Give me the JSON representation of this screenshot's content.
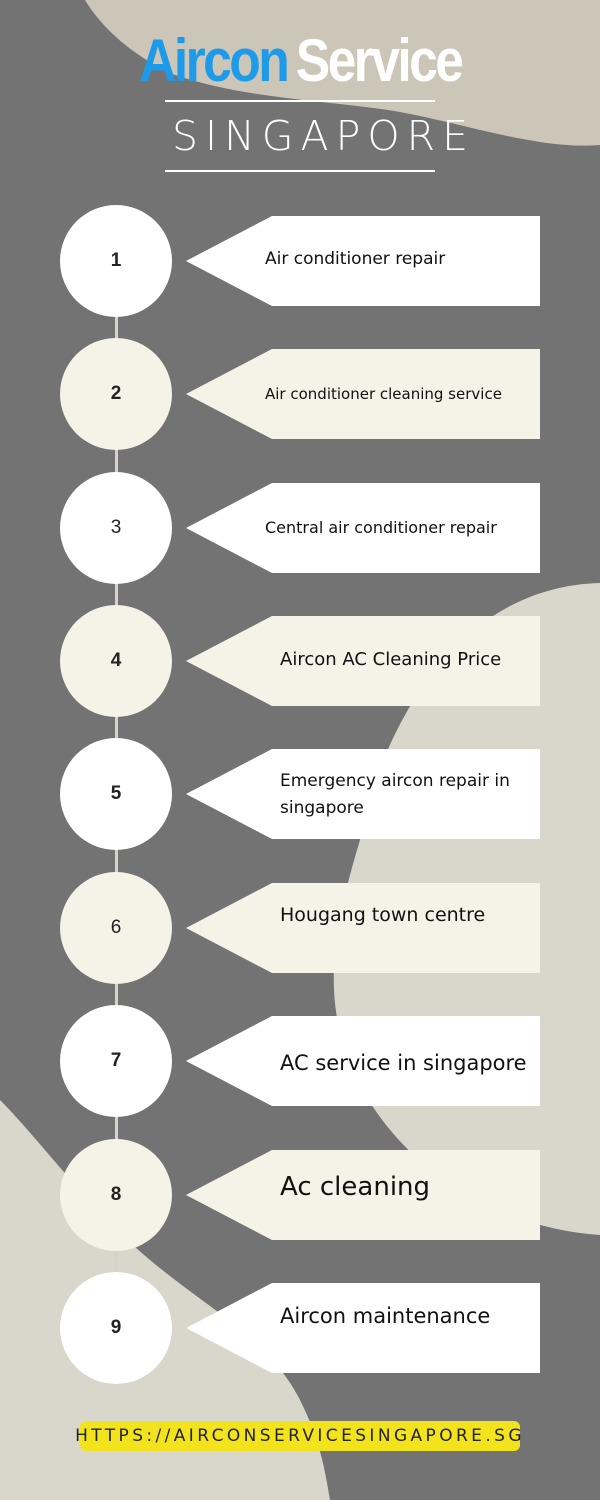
{
  "logo": {
    "word1": "Aircon",
    "word2": "Service",
    "subtitle": "SINGAPORE"
  },
  "steps": [
    {
      "number": "1",
      "label": "Air conditioner repair"
    },
    {
      "number": "2",
      "label": "Air conditioner cleaning service"
    },
    {
      "number": "3",
      "label": "Central air conditioner repair"
    },
    {
      "number": "4",
      "label": "Aircon AC Cleaning Price"
    },
    {
      "number": "5",
      "label": "Emergency aircon repair in singapore"
    },
    {
      "number": "6",
      "label": "Hougang town centre"
    },
    {
      "number": "7",
      "label": "AC service in singapore"
    },
    {
      "number": "8",
      "label": "Ac cleaning"
    },
    {
      "number": "9",
      "label": "Aircon maintenance"
    }
  ],
  "footer": {
    "url": "HTTPS://AIRCONSERVICESINGAPORE.SG"
  },
  "colors": {
    "background": "#737373",
    "shape": "#d9d6cb",
    "brand_blue": "#1e9be8",
    "cream": "#f5f2e8",
    "url_highlight": "#f3e31c"
  }
}
